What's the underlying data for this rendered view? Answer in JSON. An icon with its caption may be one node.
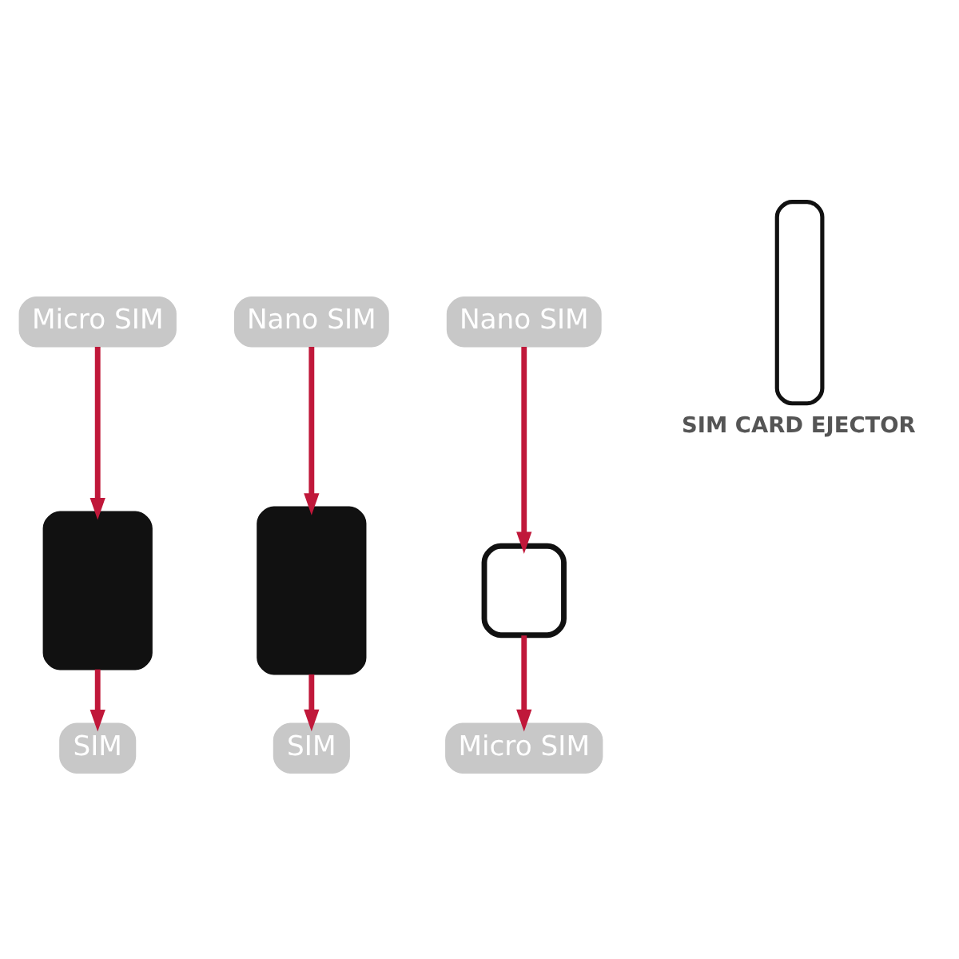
{
  "diagram": {
    "nodes": [
      {
        "text": [
          "Micro SIM"
        ]
      },
      {
        "text": [],
        "shape": "box"
      },
      {
        "text": [
          "SIM"
        ]
      },
      {
        "text": [
          "Nano SIM"
        ]
      },
      {
        "text": [],
        "shape": "box"
      },
      {
        "text": [
          "SIM"
        ]
      },
      {
        "text": [
          "Nano SIM"
        ]
      },
      {
        "text": [],
        "shape": "box"
      },
      {
        "text": [
          "Micro SIM"
        ]
      },
      {
        "text": [
          "SIM CARD EJECTOR"
        ]
      }
    ],
    "edges": [
      {
        "from": 0,
        "to": 1,
        "arrow": "to"
      },
      {
        "from": 1,
        "to": 2,
        "arrow": "to"
      },
      {
        "from": 3,
        "to": 4,
        "arrow": "to"
      },
      {
        "from": 4,
        "to": 5,
        "arrow": "to"
      },
      {
        "from": 6,
        "to": 7,
        "arrow": "to"
      },
      {
        "from": 7,
        "to": 8,
        "arrow": "to"
      }
    ]
  }
}
